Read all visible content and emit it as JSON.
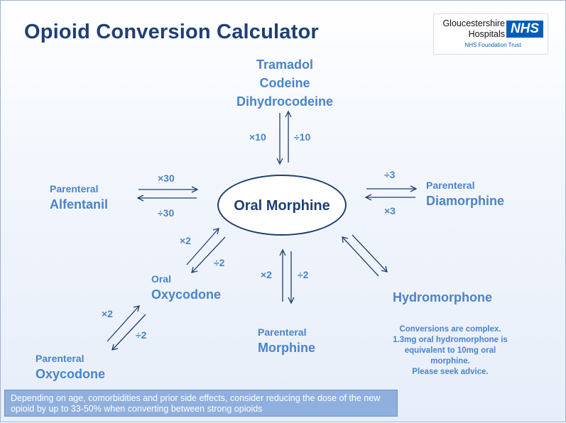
{
  "title": "Opioid Conversion Calculator",
  "logo": {
    "org_line1": "Gloucestershire",
    "org_line2": "Hospitals",
    "badge": "NHS",
    "trust": "NHS Foundation Trust",
    "badge_color": "#005eb8"
  },
  "center": {
    "label": "Oral Morphine"
  },
  "nodes": {
    "top": {
      "lines": [
        "Tramadol",
        "Codeine",
        "Dihydrocodeine"
      ],
      "op_to_center": "×10",
      "op_from_center": "÷10"
    },
    "left": {
      "route": "Parenteral",
      "drug": "Alfentanil",
      "op_top": "×30",
      "op_bottom": "÷30"
    },
    "right": {
      "route": "Parenteral",
      "drug": "Diamorphine",
      "op_top": "÷3",
      "op_bottom": "×3"
    },
    "oral_oxycodone": {
      "route": "Oral",
      "drug": "Oxycodone",
      "op_up": "×2",
      "op_down": "÷2"
    },
    "parenteral_oxycodone": {
      "route": "Parenteral",
      "drug": "Oxycodone",
      "op_up": "×2",
      "op_down": "÷2"
    },
    "parenteral_morphine": {
      "route": "Parenteral",
      "drug": "Morphine",
      "op_up": "×2",
      "op_down": "÷2"
    },
    "hydromorphone": {
      "drug": "Hydromorphone",
      "note": [
        "Conversions are complex.",
        "1.3mg oral hydromorphone is",
        "equivalent to 10mg oral",
        "morphine.",
        "Please seek advice."
      ]
    }
  },
  "footer": "Depending on age, comorbidities and prior side effects, consider reducing the dose of the new opioid by up to 33-50% when converting between strong opioids",
  "colors": {
    "title": "#1f3f74",
    "accent": "#4a83c9",
    "footer_bg": "#8fb0de"
  }
}
